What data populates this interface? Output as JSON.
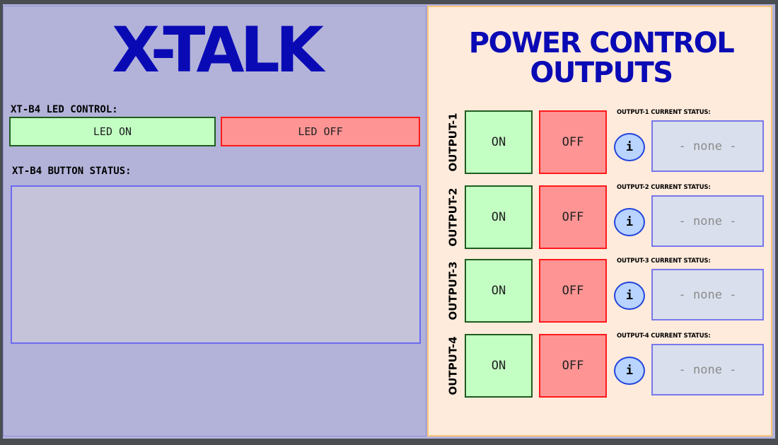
{
  "left_panel": {
    "brand": "X-TALK",
    "led_control_label": "XT-B4 LED CONTROL:",
    "led_on_label": "LED ON",
    "led_off_label": "LED OFF",
    "button_status_label": "XT-B4 BUTTON STATUS:",
    "button_status_value": ""
  },
  "right_panel": {
    "title_line1": "POWER CONTROL",
    "title_line2": "OUTPUTS",
    "outputs": [
      {
        "name": "OUTPUT-1",
        "on_label": "ON",
        "off_label": "OFF",
        "info_label": "i",
        "status_label": "OUTPUT-1 CURRENT STATUS:",
        "status_value": "- none -"
      },
      {
        "name": "OUTPUT-2",
        "on_label": "ON",
        "off_label": "OFF",
        "info_label": "i",
        "status_label": "OUTPUT-2 CURRENT STATUS:",
        "status_value": "- none -"
      },
      {
        "name": "OUTPUT-3",
        "on_label": "ON",
        "off_label": "OFF",
        "info_label": "i",
        "status_label": "OUTPUT-3 CURRENT STATUS:",
        "status_value": "- none -"
      },
      {
        "name": "OUTPUT-4",
        "on_label": "ON",
        "off_label": "OFF",
        "info_label": "i",
        "status_label": "OUTPUT-4 CURRENT STATUS:",
        "status_value": "- none -"
      }
    ]
  },
  "colors": {
    "brand_blue": "#0a0ab5",
    "on_green": "#c3ffc3",
    "off_red": "#ff9494",
    "left_bg": "#b3b3da",
    "right_bg": "#ffebdc"
  }
}
